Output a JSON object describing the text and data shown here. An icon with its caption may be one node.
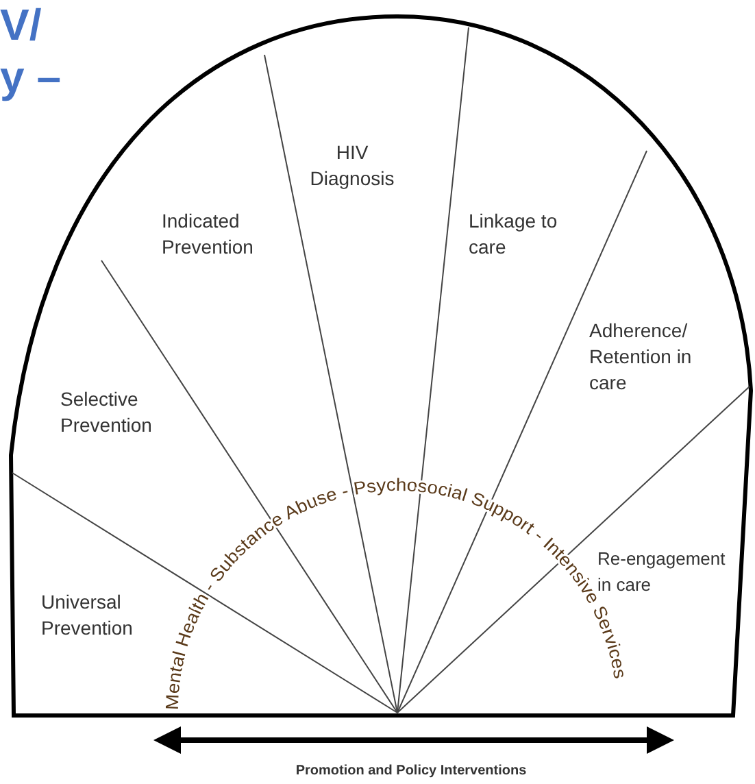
{
  "diagram": {
    "labels": [
      "V/",
      "y –",
      "HIV Diagnosis",
      "Indicated Prevention",
      "Linkage to care",
      "Adherence/ Retention in care",
      "Selective Prevention",
      "Mental Health - Substance Abuse - Psychosocial Support - Intensive Services",
      "Re-engagement in care",
      "Universal Prevention",
      "Promotion and Policy Interventions"
    ]
  }
}
